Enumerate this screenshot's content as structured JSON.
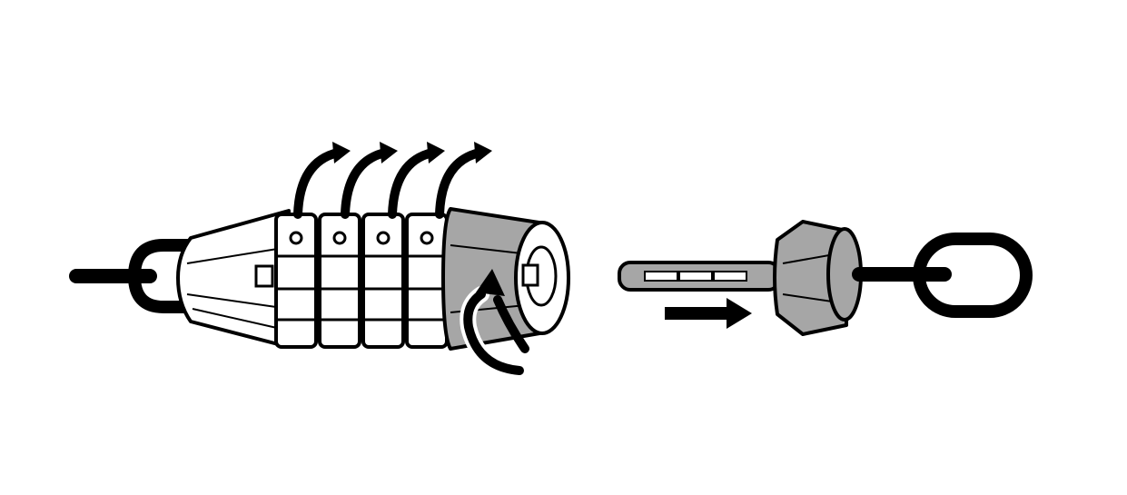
{
  "colors": {
    "ink": "#000000",
    "paper": "#ffffff",
    "metal_gray": "#a6a6a6"
  },
  "diagram": {
    "lock_body": {
      "dial_count": 4
    },
    "dial_rotation_arrows": {
      "count": 4,
      "direction": "up-and-over"
    },
    "end_cap_rotation_arrow": {
      "direction": "counterclockwise"
    },
    "key_insert_arrow": {
      "direction": "right"
    }
  },
  "icons": [
    "lock-body-icon",
    "dial-icon",
    "rotate-arrow-icon",
    "key-icon",
    "arrow-right-icon",
    "chain-link-icon"
  ]
}
